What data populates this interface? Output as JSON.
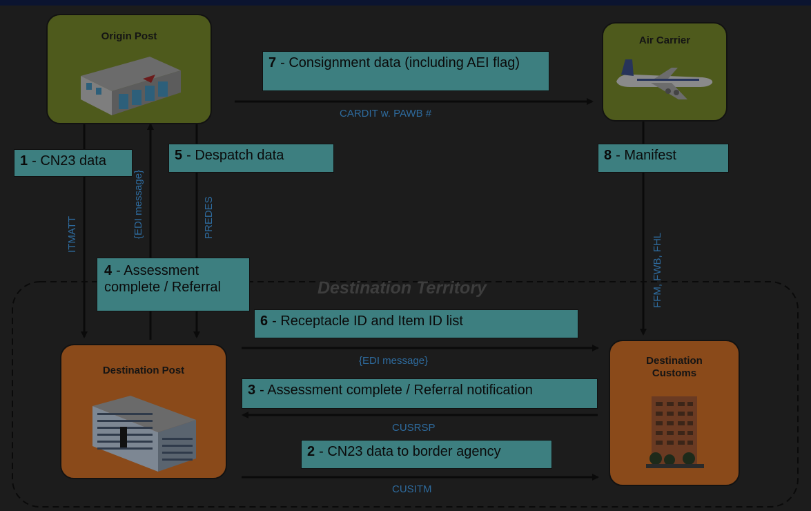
{
  "nodes": {
    "origin_post": "Origin Post",
    "air_carrier": "Air Carrier",
    "destination_post": "Destination Post",
    "destination_customs": "Destination\nCustoms"
  },
  "territory_label": "Destination Territory",
  "steps": {
    "s1": {
      "num": "1",
      "text": "- CN23 data"
    },
    "s2": {
      "num": "2",
      "text": "- CN23 data to border agency"
    },
    "s3": {
      "num": "3",
      "text": "- Assessment complete / Referral notification"
    },
    "s4": {
      "num": "4",
      "text": "- Assessment complete / Referral"
    },
    "s5": {
      "num": "5",
      "text": "- Despatch data"
    },
    "s6": {
      "num": "6",
      "text": "- Receptacle ID and Item ID list"
    },
    "s7": {
      "num": "7",
      "text": "- Consignment data (including AEI flag)"
    },
    "s8": {
      "num": "8",
      "text": "- Manifest"
    }
  },
  "messages": {
    "cardit": "CARDIT w. PAWB #",
    "itmatt": "ITMATT",
    "edi_vertical": "{EDI message}",
    "predes": "PREDES",
    "ffm": "FFM, FWB, FHL",
    "edi_horizontal": "{EDI message}",
    "cusrsp": "CUSRSP",
    "cusitm": "CUSITM"
  },
  "colors": {
    "green_node": "#4e5a1c",
    "orange_node": "#8a4a1a",
    "label_box": "#3d7f80",
    "message_text": "#2e6b9e"
  },
  "icons": {
    "origin_post": "post-office-building-icon",
    "air_carrier": "airplane-icon",
    "destination_post": "office-building-icon",
    "destination_customs": "customs-building-icon"
  }
}
